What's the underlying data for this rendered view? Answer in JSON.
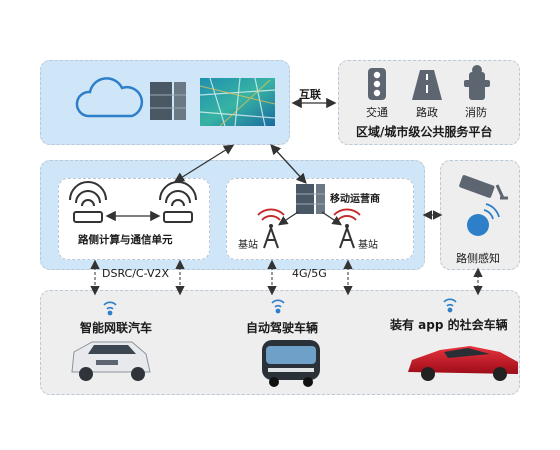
{
  "cloud_platform": {
    "interconnect_label": "互联"
  },
  "public_services": {
    "title": "区域/城市级公共服务平台",
    "items": [
      "交通",
      "路政",
      "消防"
    ]
  },
  "roadside_unit": {
    "title": "路侧计算与通信单元",
    "link_label": "DSRC/C-V2X"
  },
  "operator": {
    "title": "移动运营商",
    "base_station_left": "基站",
    "base_station_right": "基站",
    "link_label": "4G/5G"
  },
  "roadside_sensing": {
    "title": "路侧感知"
  },
  "vehicles": [
    {
      "label": "智能网联汽车"
    },
    {
      "label": "自动驾驶车辆"
    },
    {
      "label": "装有 app 的社会车辆"
    }
  ],
  "colors": {
    "accent_blue": "#2e7fc9",
    "panel_blue": "#cfe6f8",
    "panel_grey": "#eeeeee",
    "dashed_border": "#b9c7d6",
    "car_red": "#c8102e"
  }
}
